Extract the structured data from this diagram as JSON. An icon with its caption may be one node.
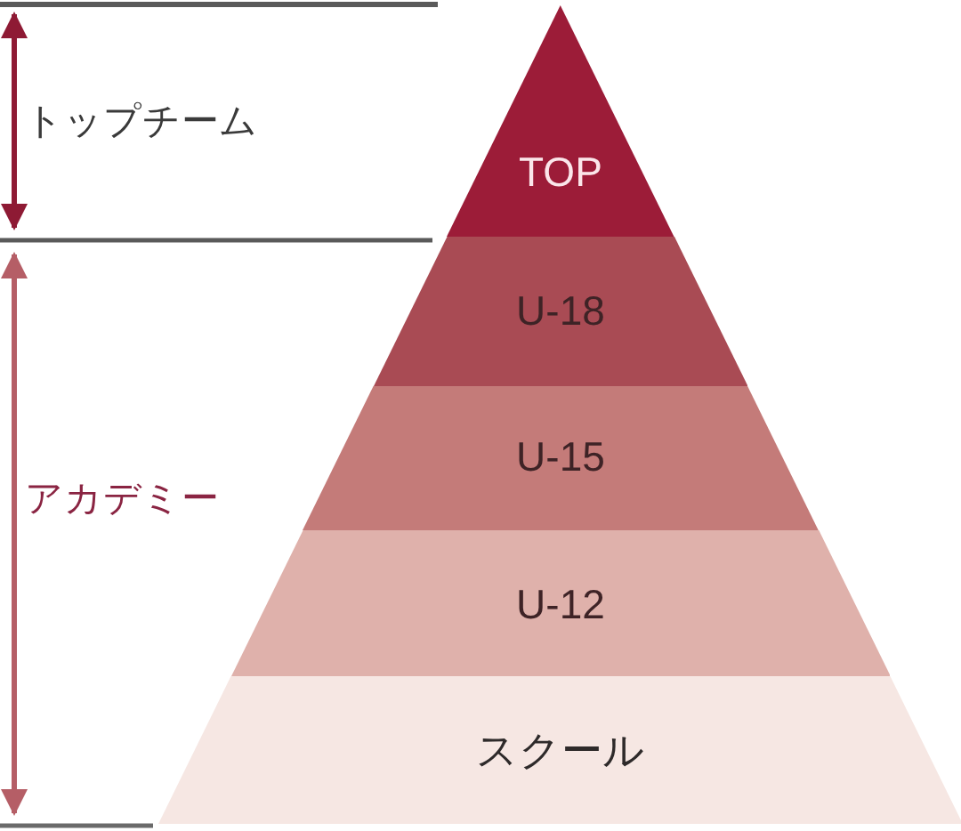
{
  "diagram": {
    "nodes": [
      {
        "text": [
          "TOP"
        ]
      },
      {
        "text": [
          "U-18"
        ]
      },
      {
        "text": [
          "U-15"
        ]
      },
      {
        "text": [
          "U-12"
        ]
      },
      {
        "text": [
          "スクール"
        ]
      }
    ],
    "labels": [
      "トップチーム",
      "アカデミー"
    ]
  }
}
